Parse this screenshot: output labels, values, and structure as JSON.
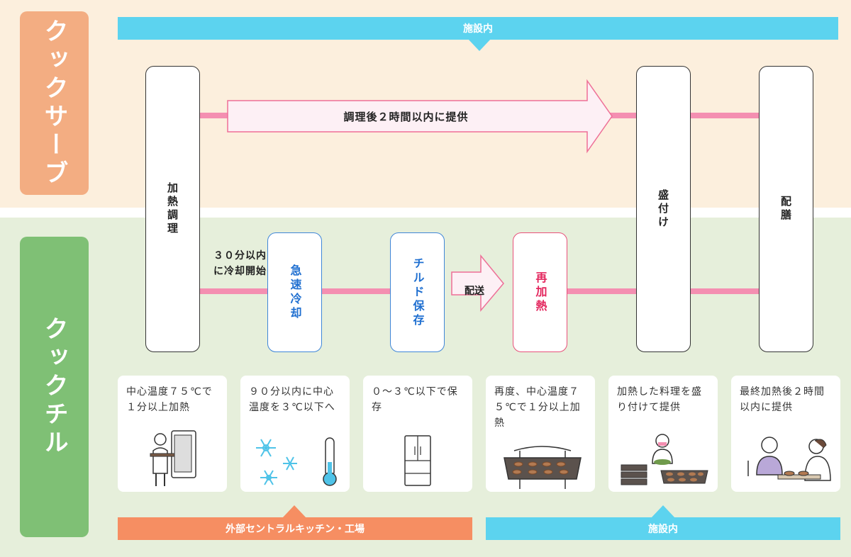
{
  "labels": {
    "cook_serve": "クックサーブ",
    "cook_chill": "クックチル"
  },
  "top_bar": "施設内",
  "bottom_bars": {
    "external": "外部セントラルキッチン・工場",
    "facility": "施設内"
  },
  "arrows": {
    "main": "調理後２時間以内に提供",
    "delivery": "配送"
  },
  "steps": {
    "heat_cook": "加熱調理",
    "quick_chill": "急速冷却",
    "chilled_storage": "チルド保存",
    "reheat": "再加熱",
    "plating": "盛付け",
    "serving": "配膳"
  },
  "chill_note": [
    "３０分以内",
    "に冷却開始"
  ],
  "cards": [
    {
      "text": "中心温度７５℃で１分以上加熱",
      "icon": "cook-with-oven-icon"
    },
    {
      "text": "９０分以内に中心温度を３℃以下へ",
      "icon": "snowflake-thermometer-icon"
    },
    {
      "text": "０～３℃以下で保存",
      "icon": "refrigerator-icon"
    },
    {
      "text": "再度、中心温度７５℃で１分以上加熱",
      "icon": "tray-of-food-icon"
    },
    {
      "text": "加熱した料理を盛り付けて提供",
      "icon": "plating-worker-icon"
    },
    {
      "text": "最終加熱後２時間以内に提供",
      "icon": "serving-elderly-icon"
    }
  ],
  "colors": {
    "cook_serve": "#f3ad82",
    "cook_chill": "#7fc075",
    "facility_bar": "#5cd3ef",
    "external_bar": "#f68e62",
    "flow_line": "#f48fb1"
  }
}
